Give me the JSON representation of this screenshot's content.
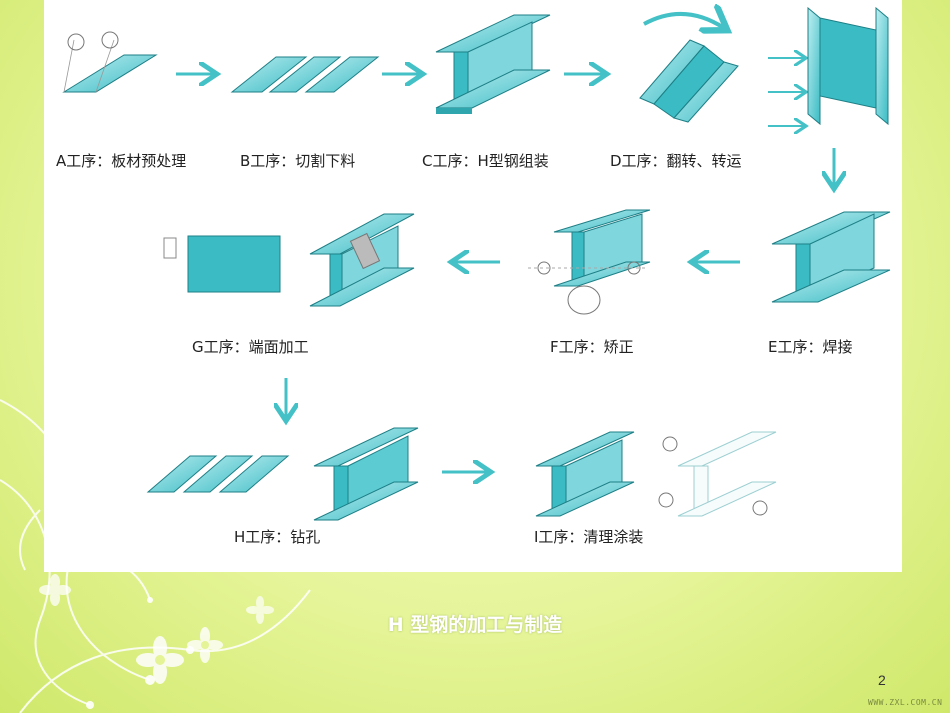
{
  "slide": {
    "caption": "H 型钢的加工与制造",
    "page_number": "2",
    "watermark": "WWW.ZXL.COM.CN"
  },
  "colors": {
    "steel_face": "#3bbcc4",
    "steel_light": "#b9ecef",
    "steel_edge": "#1e7f86",
    "arrow": "#43c1c6",
    "background": "#e6f59a"
  },
  "steps": [
    {
      "label": "A工序：板材预处理"
    },
    {
      "label": "B工序：切割下料"
    },
    {
      "label": "C工序：H型钢组装"
    },
    {
      "label": "D工序：翻转、转运"
    },
    {
      "label": "E工序：焊接"
    },
    {
      "label": "F工序：矫正"
    },
    {
      "label": "G工序：端面加工"
    },
    {
      "label": "H工序：钻孔"
    },
    {
      "label": "I工序：清理涂装"
    }
  ]
}
